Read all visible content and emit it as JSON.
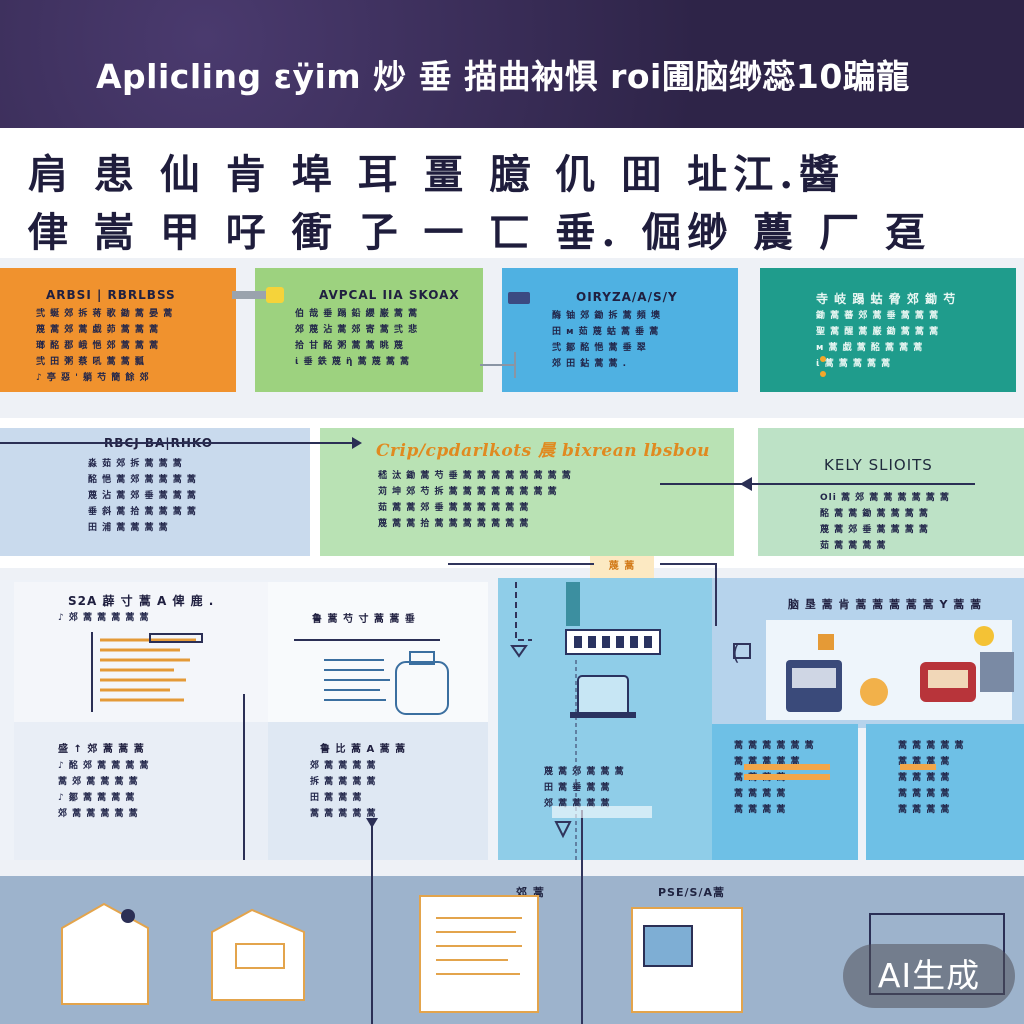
{
  "header": {
    "title": "Aplicling εÿim 炒 垂 描曲衲惧 roi圃脑缈蕊10蹁龍"
  },
  "subtitle": {
    "line1": "肩 患 仙 肯 埠 耳 畺 臆 仉 囬 址江.醬",
    "line2": "侓 嵩 甲 吇 衝 孒 ⼀ 匸 垂. 倔缈 蕽 ⼚ 趸"
  },
  "top_cards": [
    {
      "title": "ARBSI | RBRLBSS",
      "body": "弐 蜒 郊 拆 蒋 歌 鋤 蒿 晏 蒿\n蔑 蒿 郊 蒿 戯 茆 蒿 蒿 蒿\n瑯 酩 郡 峨 悒 郊 蒿 蒿 蒿\n弐 田 粥 蔡 吼 蒿 蒿 瓢\n♪ 亭 惡 ' 躺 芍 簡 餘 郊"
    },
    {
      "title": "AVPCAL IIA SKOAX",
      "body": "伯 哉 垂 蹋 鉛 纓 巌 蒿 蒿\n郊 蔑 沾 蒿 郊 寄 蒿 弐 悲\n拾 甘 酩 粥 蒿 蒿 眺 蔑\nἱ 垂 鉄 蔑 ἢ 蒿 蔑 蒿 蒿"
    },
    {
      "title": "OIRYZA/A/S/Y",
      "body": "酶 铀 郊 鋤 拆 蒿 頻 墺\n田 ᴍ 茹 蔑 蛄 蒿 垂 蒿\n弐 鄒 酩 悒 蒿 垂 翠\n郊 田 鉆 蒿 蒿 ."
    },
    {
      "title": "寺 岐 蹋 蛄 脅 郊 鋤 芍",
      "body": "鋤 蒿 蕃 郊 蒿 垂 蒿 蒿 蒿\n聖 蒿 醒 蒿 巌 鋤 蒿 蒿 蒿\nᴍ 蒿 戯 蒿 酩 蒿 蒿 蒿\nἱ 蒿 蒿 蒿 蒿 蒿"
    }
  ],
  "middle_cards": [
    {
      "title": "RBCJ BA|RHKO",
      "body": "淼 茹 郊 拆 蒿 蒿 蒿\n酩 悒 蒿 郊 蒿 蒿 蒿 蒿\n蔑 沾 蒿 郊 垂 蒿 蒿 蒿\n垂 斜 蒿 拾 蒿 蒿 蒿 蒿\n田 浦 蒿 蒿 蒿 蒿"
    },
    {
      "title": "Crip/cpdarlkots 晨 bixrean lbsbou",
      "body": "嵇 汰 鋤 蒿 芍 垂 蒿 蒿 蒿 蒿 蒿 蒿 蒿 蒿\n苅 坤 郊 芍 拆 蒿 蒿 蒿 蒿 蒿 蒿 蒿 蒿\n茹 蒿 蒿 郊 垂 蒿 蒿 蒿 蒿 蒿 蒿\n蔑 蒿 蒿 拾 蒿 蒿 蒿 蒿 蒿 蒿 蒿"
    },
    {
      "title": "KELY SLIOITS",
      "body": "Oli 蒿 郊 蒿 蒿 蒿 蒿 蒿 蒿\n酩 蒿 蒿 鋤 蒿 蒿 蒿 蒿\n蔑 蒿 郊 垂 蒿 蒿 蒿 蒿\n茹 蒿 蒿 蒿 蒿"
    }
  ],
  "panels": {
    "p1": {
      "title": "S2A 薜 寸 蒿 A 俾 鹿 .",
      "body": "♪ 郊 蒿 蒿 蒿 蒿 蒿"
    },
    "p2": {
      "title": "鲁 蒿 芍 寸 蒿 蒿 垂"
    },
    "p3": {
      "title": "盛 ↑ 郊 蒿 蒿 蒿",
      "body": "♪ 酩 郊 蒿 蒿 蒿 蒿\n蒿 郊 蒿 蒿 蒿 蒿\n♪ 鄒 蒿 蒿 蒿 蒿\n郊 蒿 蒿 蒿 蒿 蒿"
    },
    "p4": {
      "title": "鲁 比 蒿 A 蒿 蒿",
      "body": "郊 蒿 蒿 蒿 蒿\n拆 蒿 蒿 蒿 蒿\n田 蒿 蒿 蒿\n蒿 蒿 蒿 蒿 蒿"
    },
    "p5": {
      "title": "肯 忡 蒿 ",
      "body": "蔑 蒿 郊 蒿 蒿 蒿\n田 蒿 垂 蒿 蒿\n郊 蒿 蒿 蒿 蒿"
    },
    "p6": {
      "title": "脑 垦 蒿 肯 蒿 蒿 蒿 蒿 蒿 Y 蒿 蒿"
    },
    "p7": {
      "body": "蒿 蒿 蒿 蒿 蒿 蒿\n蒿 蒿 蒿 蒿 蒿\n蒿 蒿 蒿 蒿\n蒿 蒿 蒿 蒿\n蒿 蒿 蒿 蒿"
    },
    "p8": {
      "body": "蒿 蒿 蒿 蒿 蒿\n蒿 蒿 蒿 蒿\n蒿 蒿 蒿 蒿\n蒿 蒿 蒿 蒿\n蒿 蒿 蒿 蒿"
    }
  },
  "badge": "蔑 蒿",
  "bottom_labels": {
    "l1": "郊 蒿",
    "l2": "PSE/S/A蒿"
  },
  "watermark": "AI生成"
}
